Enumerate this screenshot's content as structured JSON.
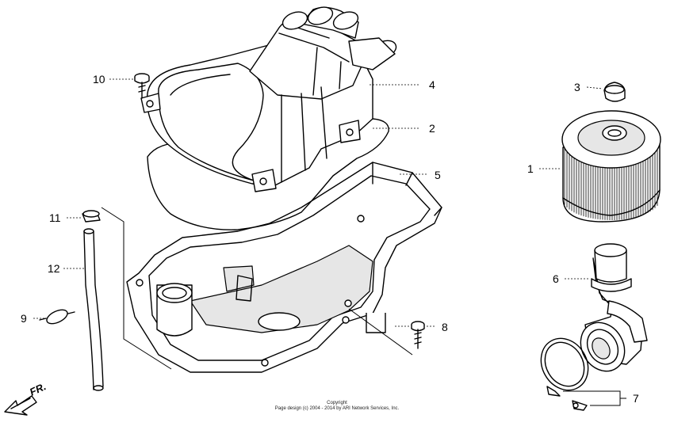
{
  "callouts": {
    "n1": "1",
    "n2": "2",
    "n3": "3",
    "n4": "4",
    "n5": "5",
    "n6": "6",
    "n7": "7",
    "n8": "8",
    "n9": "9",
    "n10": "10",
    "n11": "11",
    "n12": "12"
  },
  "direction_label": "FR.",
  "copyright": {
    "line1": "Copyright",
    "line2": "Page design (c) 2004 - 2014 by ARI Network Services, Inc."
  },
  "colors": {
    "ink": "#000000",
    "paper": "#ffffff"
  }
}
